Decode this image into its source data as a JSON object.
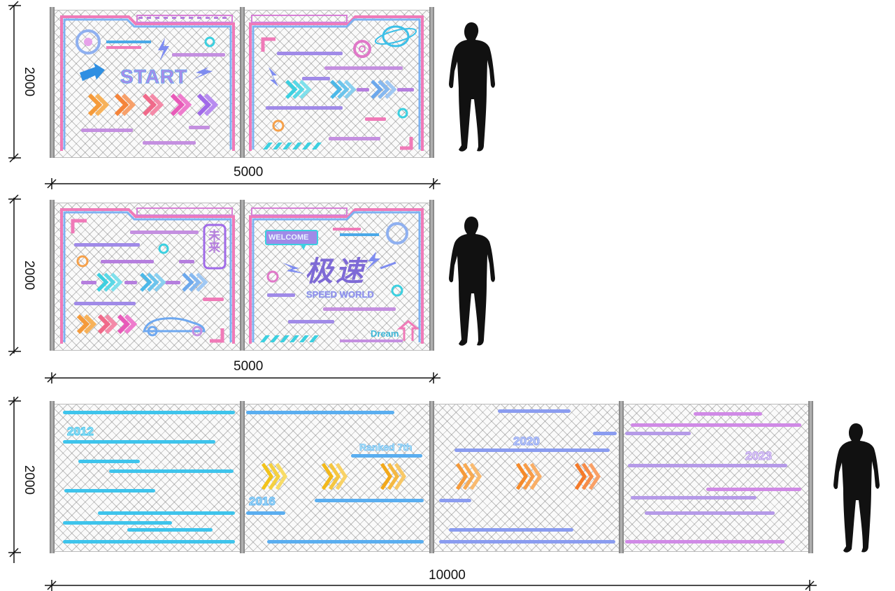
{
  "dimensions": {
    "row1_height": "2000",
    "row1_width": "5000",
    "row2_height": "2000",
    "row2_width": "5000",
    "row3_height": "2000",
    "row3_width": "10000"
  },
  "row1": {
    "title_text": "START"
  },
  "row2": {
    "welcome_text": "WELCOME",
    "chinese_title": "极速",
    "vertical_chars": "未来",
    "subtitle": "SPEED WORLD",
    "dream_text": "Dream"
  },
  "row3": {
    "year_2012": "2012",
    "year_2016": "2016",
    "ranked": "Ranked 7th",
    "year_2020": "2020",
    "year_2023": "2023"
  },
  "colors": {
    "blue": "#5fb4ec",
    "cyan": "#3cd0e0",
    "pink": "#f07ab8",
    "purple": "#a98ae8",
    "orange": "#f59a3a",
    "yellow": "#f2c31a",
    "silhouette": "#111111"
  }
}
